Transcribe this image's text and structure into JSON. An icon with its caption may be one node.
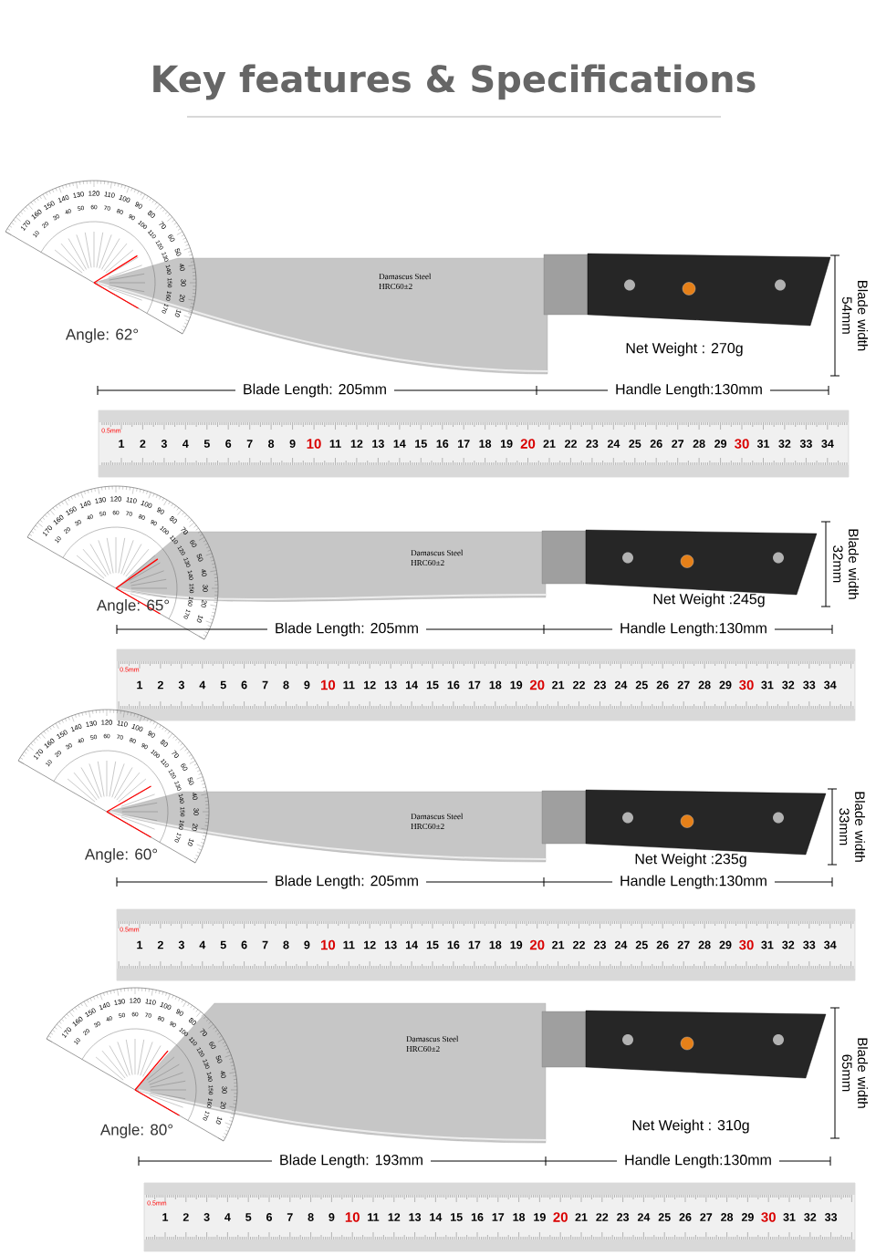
{
  "diagram": {
    "title": "Key features & Specifications",
    "labels": [
      "Angle: 62°",
      "170",
      "160",
      "150",
      "140",
      "130",
      "120",
      "110",
      "100",
      "90",
      "80",
      "70",
      "60",
      "50",
      "40",
      "30",
      "20",
      "10",
      "10",
      "20",
      "30",
      "40",
      "50",
      "60",
      "70",
      "80",
      "90",
      "100",
      "110",
      "120",
      "130",
      "140",
      "150",
      "160",
      "170",
      "Damascus Steel",
      "HRC60±2",
      "Net Weight : 270g",
      "Blade width 54mm",
      "Blade Length: 205mm",
      "Handle Length:130mm",
      "0.5mm",
      "1",
      "2",
      "3",
      "4",
      "5",
      "6",
      "7",
      "8",
      "9",
      "10",
      "11",
      "12",
      "13",
      "14",
      "15",
      "16",
      "17",
      "18",
      "19",
      "20",
      "21",
      "22",
      "23",
      "24",
      "25",
      "26",
      "27",
      "28",
      "29",
      "30",
      "31",
      "32",
      "33",
      "34",
      "Angle: 65°",
      "170",
      "160",
      "150",
      "140",
      "130",
      "120",
      "110",
      "100",
      "90",
      "80",
      "70",
      "60",
      "50",
      "40",
      "30",
      "20",
      "10",
      "10",
      "20",
      "30",
      "40",
      "50",
      "60",
      "70",
      "80",
      "90",
      "100",
      "110",
      "120",
      "130",
      "140",
      "150",
      "160",
      "170",
      "Damascus Steel",
      "HRC60±2",
      "Net Weight :245g",
      "Blade width 32mm",
      "Blade Length: 205mm",
      "Handle Length:130mm",
      "0.5mm",
      "1",
      "2",
      "3",
      "4",
      "5",
      "6",
      "7",
      "8",
      "9",
      "10",
      "11",
      "12",
      "13",
      "14",
      "15",
      "16",
      "17",
      "18",
      "19",
      "20",
      "21",
      "22",
      "23",
      "24",
      "25",
      "26",
      "27",
      "28",
      "29",
      "30",
      "31",
      "32",
      "33",
      "34",
      "Angle: 60°",
      "170",
      "160",
      "150",
      "140",
      "130",
      "120",
      "110",
      "100",
      "90",
      "80",
      "70",
      "60",
      "50",
      "40",
      "30",
      "20",
      "10",
      "10",
      "20",
      "30",
      "40",
      "50",
      "60",
      "70",
      "80",
      "90",
      "100",
      "110",
      "120",
      "130",
      "140",
      "150",
      "160",
      "170",
      "Damascus Steel",
      "HRC60±2",
      "Net Weight :235g",
      "Blade width 33mm",
      "Blade Length: 205mm",
      "Handle Length:130mm",
      "0.5mm",
      "1",
      "2",
      "3",
      "4",
      "5",
      "6",
      "7",
      "8",
      "9",
      "10",
      "11",
      "12",
      "13",
      "14",
      "15",
      "16",
      "17",
      "18",
      "19",
      "20",
      "21",
      "22",
      "23",
      "24",
      "25",
      "26",
      "27",
      "28",
      "29",
      "30",
      "31",
      "32",
      "33",
      "34",
      "Angle: 80°",
      "170",
      "160",
      "150",
      "140",
      "130",
      "120",
      "110",
      "100",
      "90",
      "80",
      "70",
      "60",
      "50",
      "40",
      "30",
      "20",
      "10",
      "10",
      "20",
      "30",
      "40",
      "50",
      "60",
      "70",
      "80",
      "90",
      "100",
      "110",
      "120",
      "130",
      "140",
      "150",
      "160",
      "170",
      "Damascus Steel",
      "HRC60±2",
      "Net Weight : 310g",
      "Blade width 65mm",
      "Blade Length: 193mm",
      "Handle Length:130mm",
      "0.5mm",
      "1",
      "2",
      "3",
      "4",
      "5",
      "6",
      "7",
      "8",
      "9",
      "10",
      "11",
      "12",
      "13",
      "14",
      "15",
      "16",
      "17",
      "18",
      "19",
      "20",
      "21",
      "22",
      "23",
      "24",
      "25",
      "26",
      "27",
      "28",
      "29",
      "30",
      "31",
      "32",
      "33"
    ]
  }
}
